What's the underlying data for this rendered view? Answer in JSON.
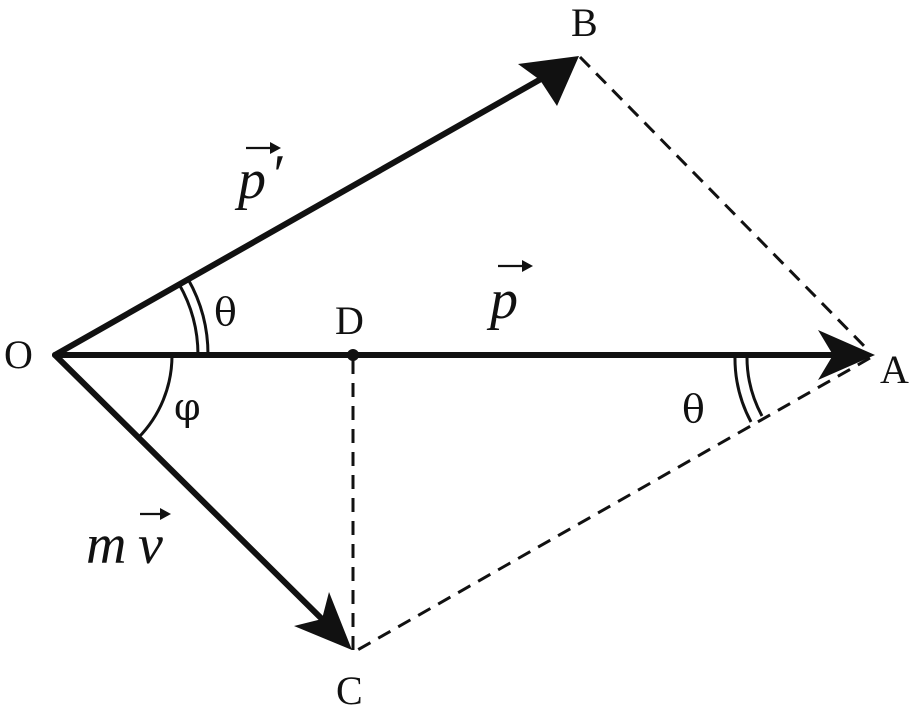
{
  "points": {
    "O": "O",
    "A": "A",
    "B": "B",
    "C": "C",
    "D": "D"
  },
  "angles": {
    "theta_at_O": "θ",
    "theta_at_A": "θ",
    "phi_at_O": "φ"
  },
  "vectors": {
    "p": "p",
    "p_prime_letter": "p",
    "p_prime_mark": "′",
    "mv_m": "m",
    "mv_v": "v"
  }
}
